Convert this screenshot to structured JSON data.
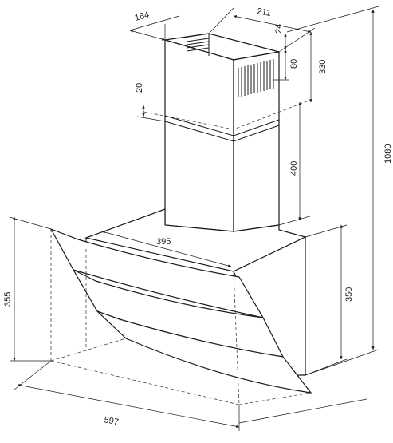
{
  "drawing": {
    "dimensions": {
      "chimney_depth": "164",
      "chimney_width": "211",
      "top_gap": "24",
      "vent_height": "80",
      "upper_chimney": "330",
      "overall_height": "1080",
      "overlap": "20",
      "lower_chimney": "400",
      "body_depth": "395",
      "hood_height_left": "355",
      "hood_height_right": "350",
      "hood_width": "597"
    },
    "colors": {
      "line": "#1a1a1a",
      "background": "#ffffff"
    }
  }
}
